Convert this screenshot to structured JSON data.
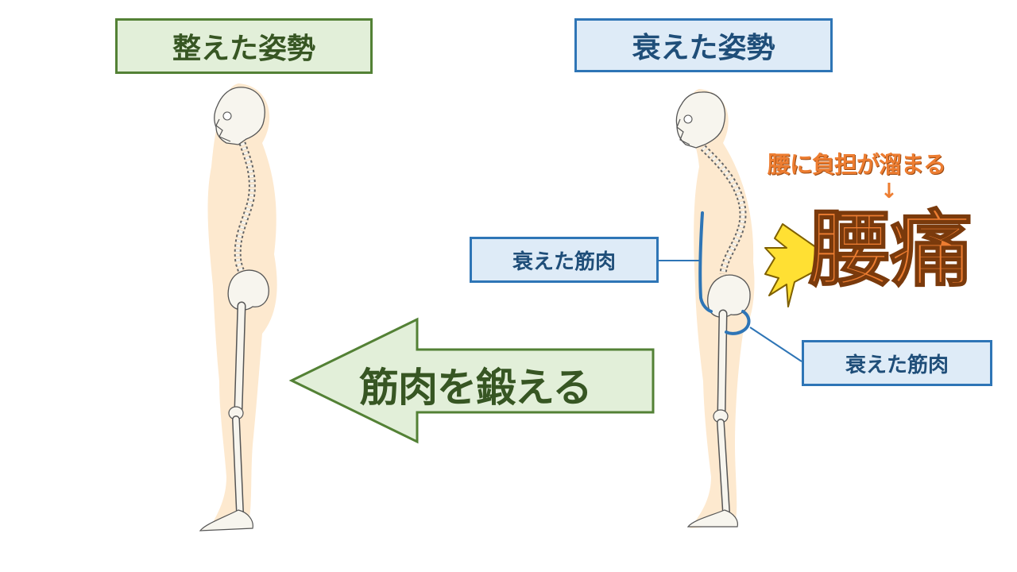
{
  "titles": {
    "good_posture": "整えた姿勢",
    "bad_posture": "衰えた姿勢"
  },
  "labels": {
    "weak_muscle_upper": "衰えた筋肉",
    "weak_muscle_lower": "衰えた筋肉",
    "burden_text": "腰に負担が溜まる",
    "down_arrow": "↓",
    "pain_text": "腰痛",
    "train_muscle": "筋肉を鍛える"
  },
  "colors": {
    "green_fill": "#e2efd9",
    "green_border": "#538135",
    "green_text": "#375623",
    "blue_fill": "#deebf7",
    "blue_border": "#2e75b6",
    "blue_text": "#1f4e79",
    "orange": "#ed7d31",
    "skin": "#fde9cf",
    "bone": "#f7f5ee",
    "burst_yellow": "#ffe033"
  }
}
